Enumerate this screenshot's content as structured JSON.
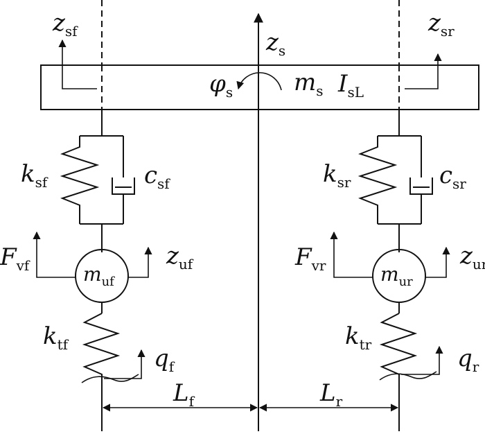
{
  "labels": {
    "z_s": {
      "sym": "z",
      "sub": "s"
    },
    "z_sf": {
      "sym": "z",
      "sub": "sf"
    },
    "z_sr": {
      "sym": "z",
      "sub": "sr"
    },
    "phi_s": {
      "sym": "φ",
      "sub": "s"
    },
    "m_s": {
      "sym": "m",
      "sub": "s"
    },
    "I_sL": {
      "sym": "I",
      "sub": "sL"
    },
    "k_sf": {
      "sym": "k",
      "sub": "sf"
    },
    "c_sf": {
      "sym": "c",
      "sub": "sf"
    },
    "k_sr": {
      "sym": "k",
      "sub": "sr"
    },
    "c_sr": {
      "sym": "c",
      "sub": "sr"
    },
    "F_vf": {
      "sym": "F",
      "sub": "vf"
    },
    "z_uf": {
      "sym": "z",
      "sub": "uf"
    },
    "m_uf": {
      "sym": "m",
      "sub": "uf"
    },
    "F_vr": {
      "sym": "F",
      "sub": "vr"
    },
    "z_ur": {
      "sym": "z",
      "sub": "ur"
    },
    "m_ur": {
      "sym": "m",
      "sub": "ur"
    },
    "k_tf": {
      "sym": "k",
      "sub": "tf"
    },
    "q_f": {
      "sym": "q",
      "sub": "f"
    },
    "k_tr": {
      "sym": "k",
      "sub": "tr"
    },
    "q_r": {
      "sym": "q",
      "sub": "r"
    },
    "L_f": {
      "sym": "L",
      "sub": "f"
    },
    "L_r": {
      "sym": "L",
      "sub": "r"
    }
  }
}
